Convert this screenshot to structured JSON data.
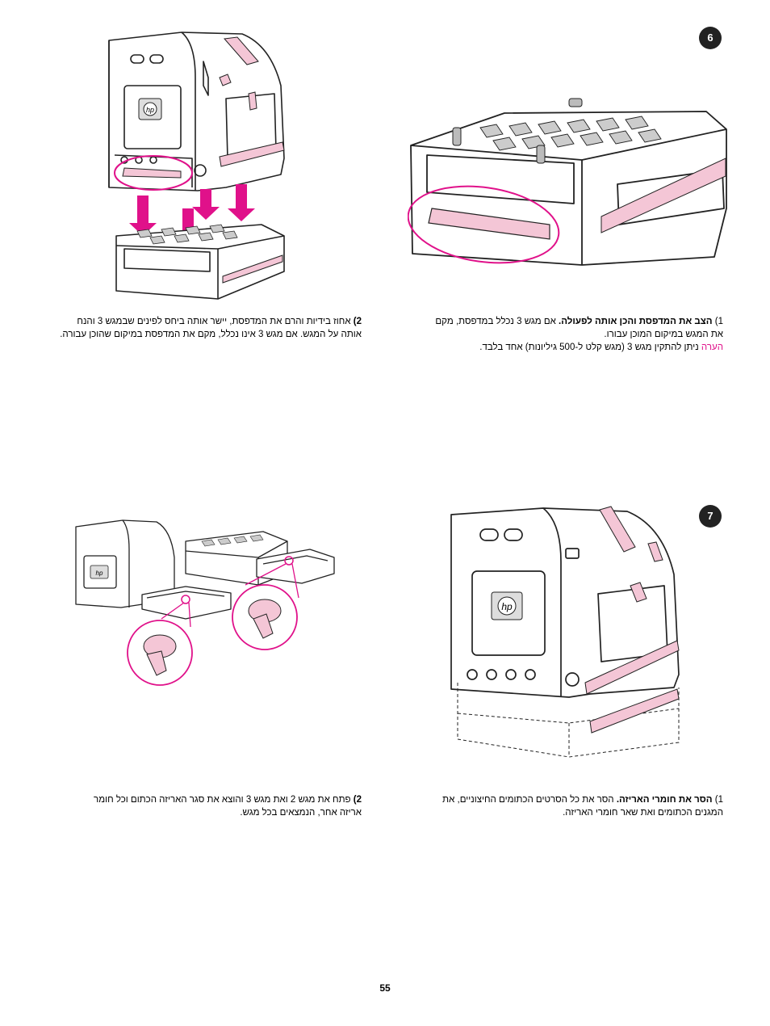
{
  "steps": [
    {
      "number": "6",
      "step1": {
        "marker": "1)",
        "heading": "הצב את המדפסת והכן אותה לפעולה.",
        "body": "אם מגש 3 נכלל במדפסת, מקם",
        "body2": "את המגש במיקום המוכן עבורו."
      },
      "note": {
        "label": "הערה",
        "text": "ניתן להתקין מגש 3 (מגש קלט ל-500 גיליונות) אחד בלבד."
      },
      "step2": {
        "marker": "2)",
        "line1": "אחוז בידיות והרם את המדפסת, יישר אותה ביחס לפינים שבמגש 3 והנח",
        "line2": "אותה על המגש. אם מגש 3 אינו נכלל, מקם את המדפסת במיקום שהוכן עבורה."
      }
    },
    {
      "number": "7",
      "step1": {
        "marker": "1)",
        "heading": "הסר את חומרי האריזה.",
        "body": "הסר את כל הסרטים הכתומים החיצוניים, את",
        "body2": "המגנים הכתומים ואת שאר חומרי האריזה."
      },
      "step2": {
        "marker": "2)",
        "line1": "פתח את מגש 2 ואת מגש 3 והוצא את סגר האריזה הכתום וכל חומר",
        "line2": "אריזה אחר, הנמצאים בכל מגש."
      }
    }
  ],
  "printer_logo": "hp",
  "page_number": "55",
  "colors": {
    "accent": "#e0118a",
    "tape": "#f4c6d6",
    "line": "#222222",
    "badge": "#222222"
  }
}
